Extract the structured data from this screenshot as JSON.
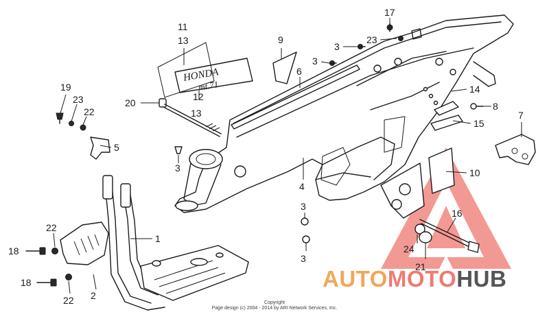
{
  "diagram": {
    "callouts": {
      "c11": "11",
      "c13a": "13",
      "c9": "9",
      "c3a": "3",
      "c3b": "3",
      "c17": "17",
      "c23a": "23",
      "c6": "6",
      "c12": "12",
      "c13b": "13",
      "c20": "20",
      "c19": "19",
      "c23b": "23",
      "c22a": "22",
      "c5": "5",
      "c14": "14",
      "c8": "8",
      "c15": "15",
      "c7": "7",
      "c3c": "3",
      "c4": "4",
      "c10": "10",
      "c3d": "3",
      "c3e": "3",
      "c16": "16",
      "c1": "1",
      "c22b": "22",
      "c18a": "18",
      "c24": "24",
      "c21": "21",
      "c18b": "18",
      "c22c": "22",
      "c2": "2"
    },
    "emblem_text": {
      "line1": "HONDA",
      "line2": "mt.71"
    },
    "copyright": {
      "line1": "Copyright",
      "line2": "Page design (c) 2004 - 2014 by ARI Network Services, Inc."
    }
  },
  "watermark": {
    "word_part1": "AUTO",
    "word_part2": "MOTO",
    "word_part3": "HUB",
    "colors": {
      "orange": "#f2a65a",
      "red": "#f07a72",
      "dark": "#555555"
    }
  }
}
